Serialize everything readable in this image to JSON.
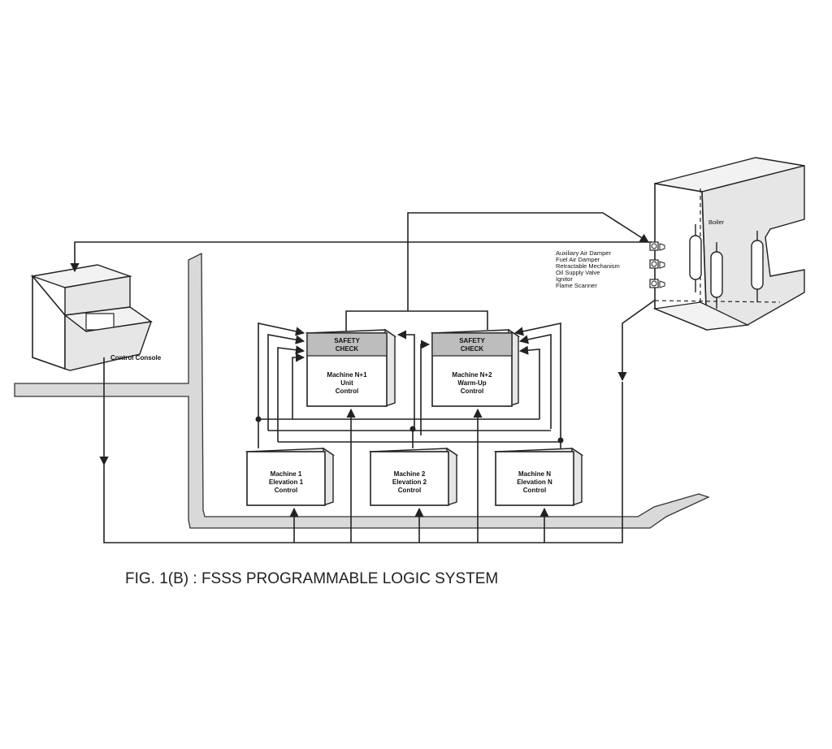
{
  "caption": "FIG. 1(B) : FSSS PROGRAMMABLE LOGIC SYSTEM",
  "console": {
    "label": "Control Console"
  },
  "boiler": {
    "label": "Boiler",
    "devices": [
      "Auxiliary Air Damper",
      "Fuel Air Damper",
      "Retractable Mechanism",
      "Oil Supply Valve",
      "Ignitor",
      "Flame Scanner"
    ]
  },
  "safety_check": {
    "line1": "SAFETY",
    "line2": "CHECK"
  },
  "unit_control": {
    "line1": "Machine N+1",
    "line2": "Unit",
    "line3": "Control"
  },
  "warmup_control": {
    "line1": "Machine N+2",
    "line2": "Warm-Up",
    "line3": "Control"
  },
  "elevation_machines": [
    {
      "line1": "Machine 1",
      "line2": "Elevation 1",
      "line3": "Control"
    },
    {
      "line1": "Machine 2",
      "line2": "Elevation 2",
      "line3": "Control"
    },
    {
      "line1": "Machine N",
      "line2": "Elevation N",
      "line3": "Control"
    }
  ]
}
